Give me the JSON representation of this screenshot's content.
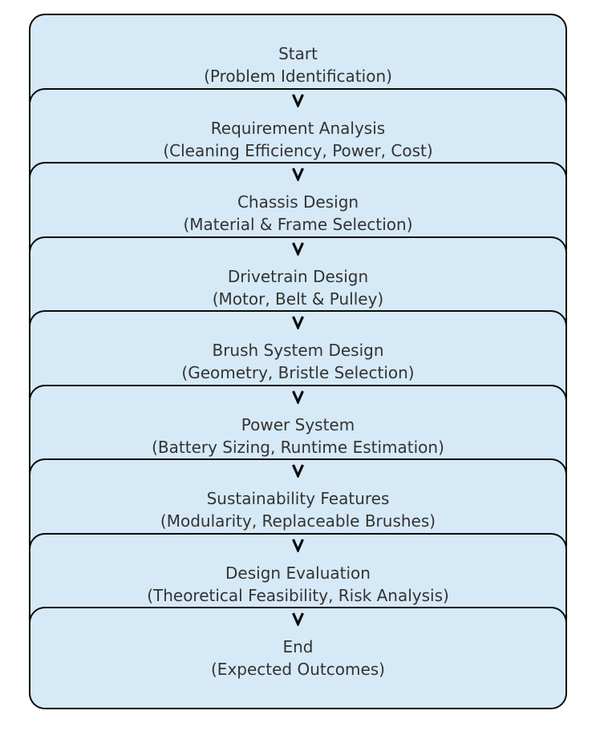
{
  "flowchart": {
    "steps": [
      {
        "title": "Start",
        "subtitle": "(Problem Identification)"
      },
      {
        "title": "Requirement Analysis",
        "subtitle": "(Cleaning Efficiency, Power, Cost)"
      },
      {
        "title": "Chassis Design",
        "subtitle": "(Material & Frame Selection)"
      },
      {
        "title": "Drivetrain Design",
        "subtitle": "(Motor, Belt & Pulley)"
      },
      {
        "title": "Brush System Design",
        "subtitle": "(Geometry, Bristle Selection)"
      },
      {
        "title": "Power System",
        "subtitle": "(Battery Sizing, Runtime Estimation)"
      },
      {
        "title": "Sustainability Features",
        "subtitle": "(Modularity, Replaceable Brushes)"
      },
      {
        "title": "Design Evaluation",
        "subtitle": "(Theoretical Feasibility, Risk Analysis)"
      },
      {
        "title": "End",
        "subtitle": "(Expected Outcomes)"
      }
    ],
    "colors": {
      "box_fill": "#d6e9f6",
      "box_border": "#0a0a0a",
      "text": "#333333",
      "arrow": "#0a0a0a",
      "background": "#ffffff"
    }
  }
}
